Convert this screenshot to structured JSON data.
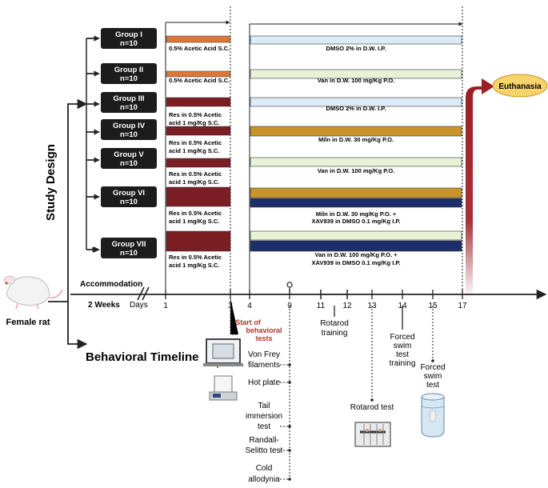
{
  "labels": {
    "study_design": "Study Design",
    "behavioral_timeline": "Behavioral Timeline",
    "female_rat": "Female rat",
    "accommodation": "Accommodation",
    "two_weeks": "2 Weeks",
    "days": "Days",
    "euthanasia": "Euthanasia",
    "start_line1": "Start of",
    "start_line2": "behavioral",
    "start_line3": "tests"
  },
  "groups": [
    {
      "name": "Group I",
      "n": "n=10",
      "left_lines": [
        "0.5% Acetic Acid S.C."
      ],
      "right_lines": [
        "DMSO 2% in D.W. I.P."
      ]
    },
    {
      "name": "Group  II",
      "n": "n=10",
      "left_lines": [
        "0.5% Acetic Acid S.C."
      ],
      "right_lines": [
        "Van in D.W. 100 mg/Kg P.O."
      ]
    },
    {
      "name": "Group  III",
      "n": "n=10",
      "left_lines": [
        "Res in 0.5% Acetic",
        "acid 1 mg/Kg S.C."
      ],
      "right_lines": [
        "DMSO 2% in D.W. I.P."
      ]
    },
    {
      "name": "Group IV",
      "n": "n=10",
      "left_lines": [
        "Res in 0.5% Acetic",
        "acid 1 mg/Kg S.C."
      ],
      "right_lines": [
        "Miln in D.W. 30 mg/Kg P.O."
      ]
    },
    {
      "name": "Group  V",
      "n": "n=10",
      "left_lines": [
        "Res in 0.5% Acetic",
        "acid 1 mg/Kg S.C."
      ],
      "right_lines": [
        "Van in D.W. 100 mg/Kg P.O."
      ]
    },
    {
      "name": "Group VI",
      "n": "n=10",
      "left_lines": [
        "Res in 0.5% Acetic",
        "acid 1 mg/Kg S.C."
      ],
      "right_lines": [
        "Miln in D.W. 30 mg/Kg P.O. +",
        "XAV939 in DMSO  0.1 mg/Kg I.P."
      ]
    },
    {
      "name": "Group  VII",
      "n": "n=10",
      "left_lines": [
        "Res in 0.5% Acetic",
        "acid 1 mg/Kg S.C."
      ],
      "right_lines": [
        "Van in D.W. 100 mg/Kg P.O. +",
        "XAV939 in DMSO  0.1 mg/Kg I.P."
      ]
    }
  ],
  "days": [
    "1",
    "3",
    "4",
    "9",
    "11",
    "12",
    "13",
    "14",
    "15",
    "17"
  ],
  "tests_day9": [
    {
      "lines": [
        "Von Frey",
        "filaments"
      ]
    },
    {
      "lines": [
        "Hot plate"
      ]
    },
    {
      "lines": [
        "Tail",
        "immersion",
        "test"
      ]
    },
    {
      "lines": [
        "Randall-",
        "Selitto test"
      ]
    },
    {
      "lines": [
        "Cold",
        "allodynia"
      ]
    }
  ],
  "rotarod_training": [
    "Rotarod",
    "training"
  ],
  "rotarod_test": [
    "Rotarod test"
  ],
  "forced_swim_training": [
    "Forced",
    "swim",
    "test",
    "training"
  ],
  "forced_swim_test": [
    "Forced",
    "swim",
    "test"
  ],
  "colors": {
    "group_box": "#1c1c1c",
    "acetic": "#d9783a",
    "res": "#7a1e24",
    "dmso": "#dcebf8",
    "van": "#e7f2d6",
    "miln": "#c9952b",
    "xav": "#1c2f6b",
    "euthanasia": "#f7d36c",
    "arrow_red": "#9b1d24",
    "start_text": "#b5332d"
  }
}
